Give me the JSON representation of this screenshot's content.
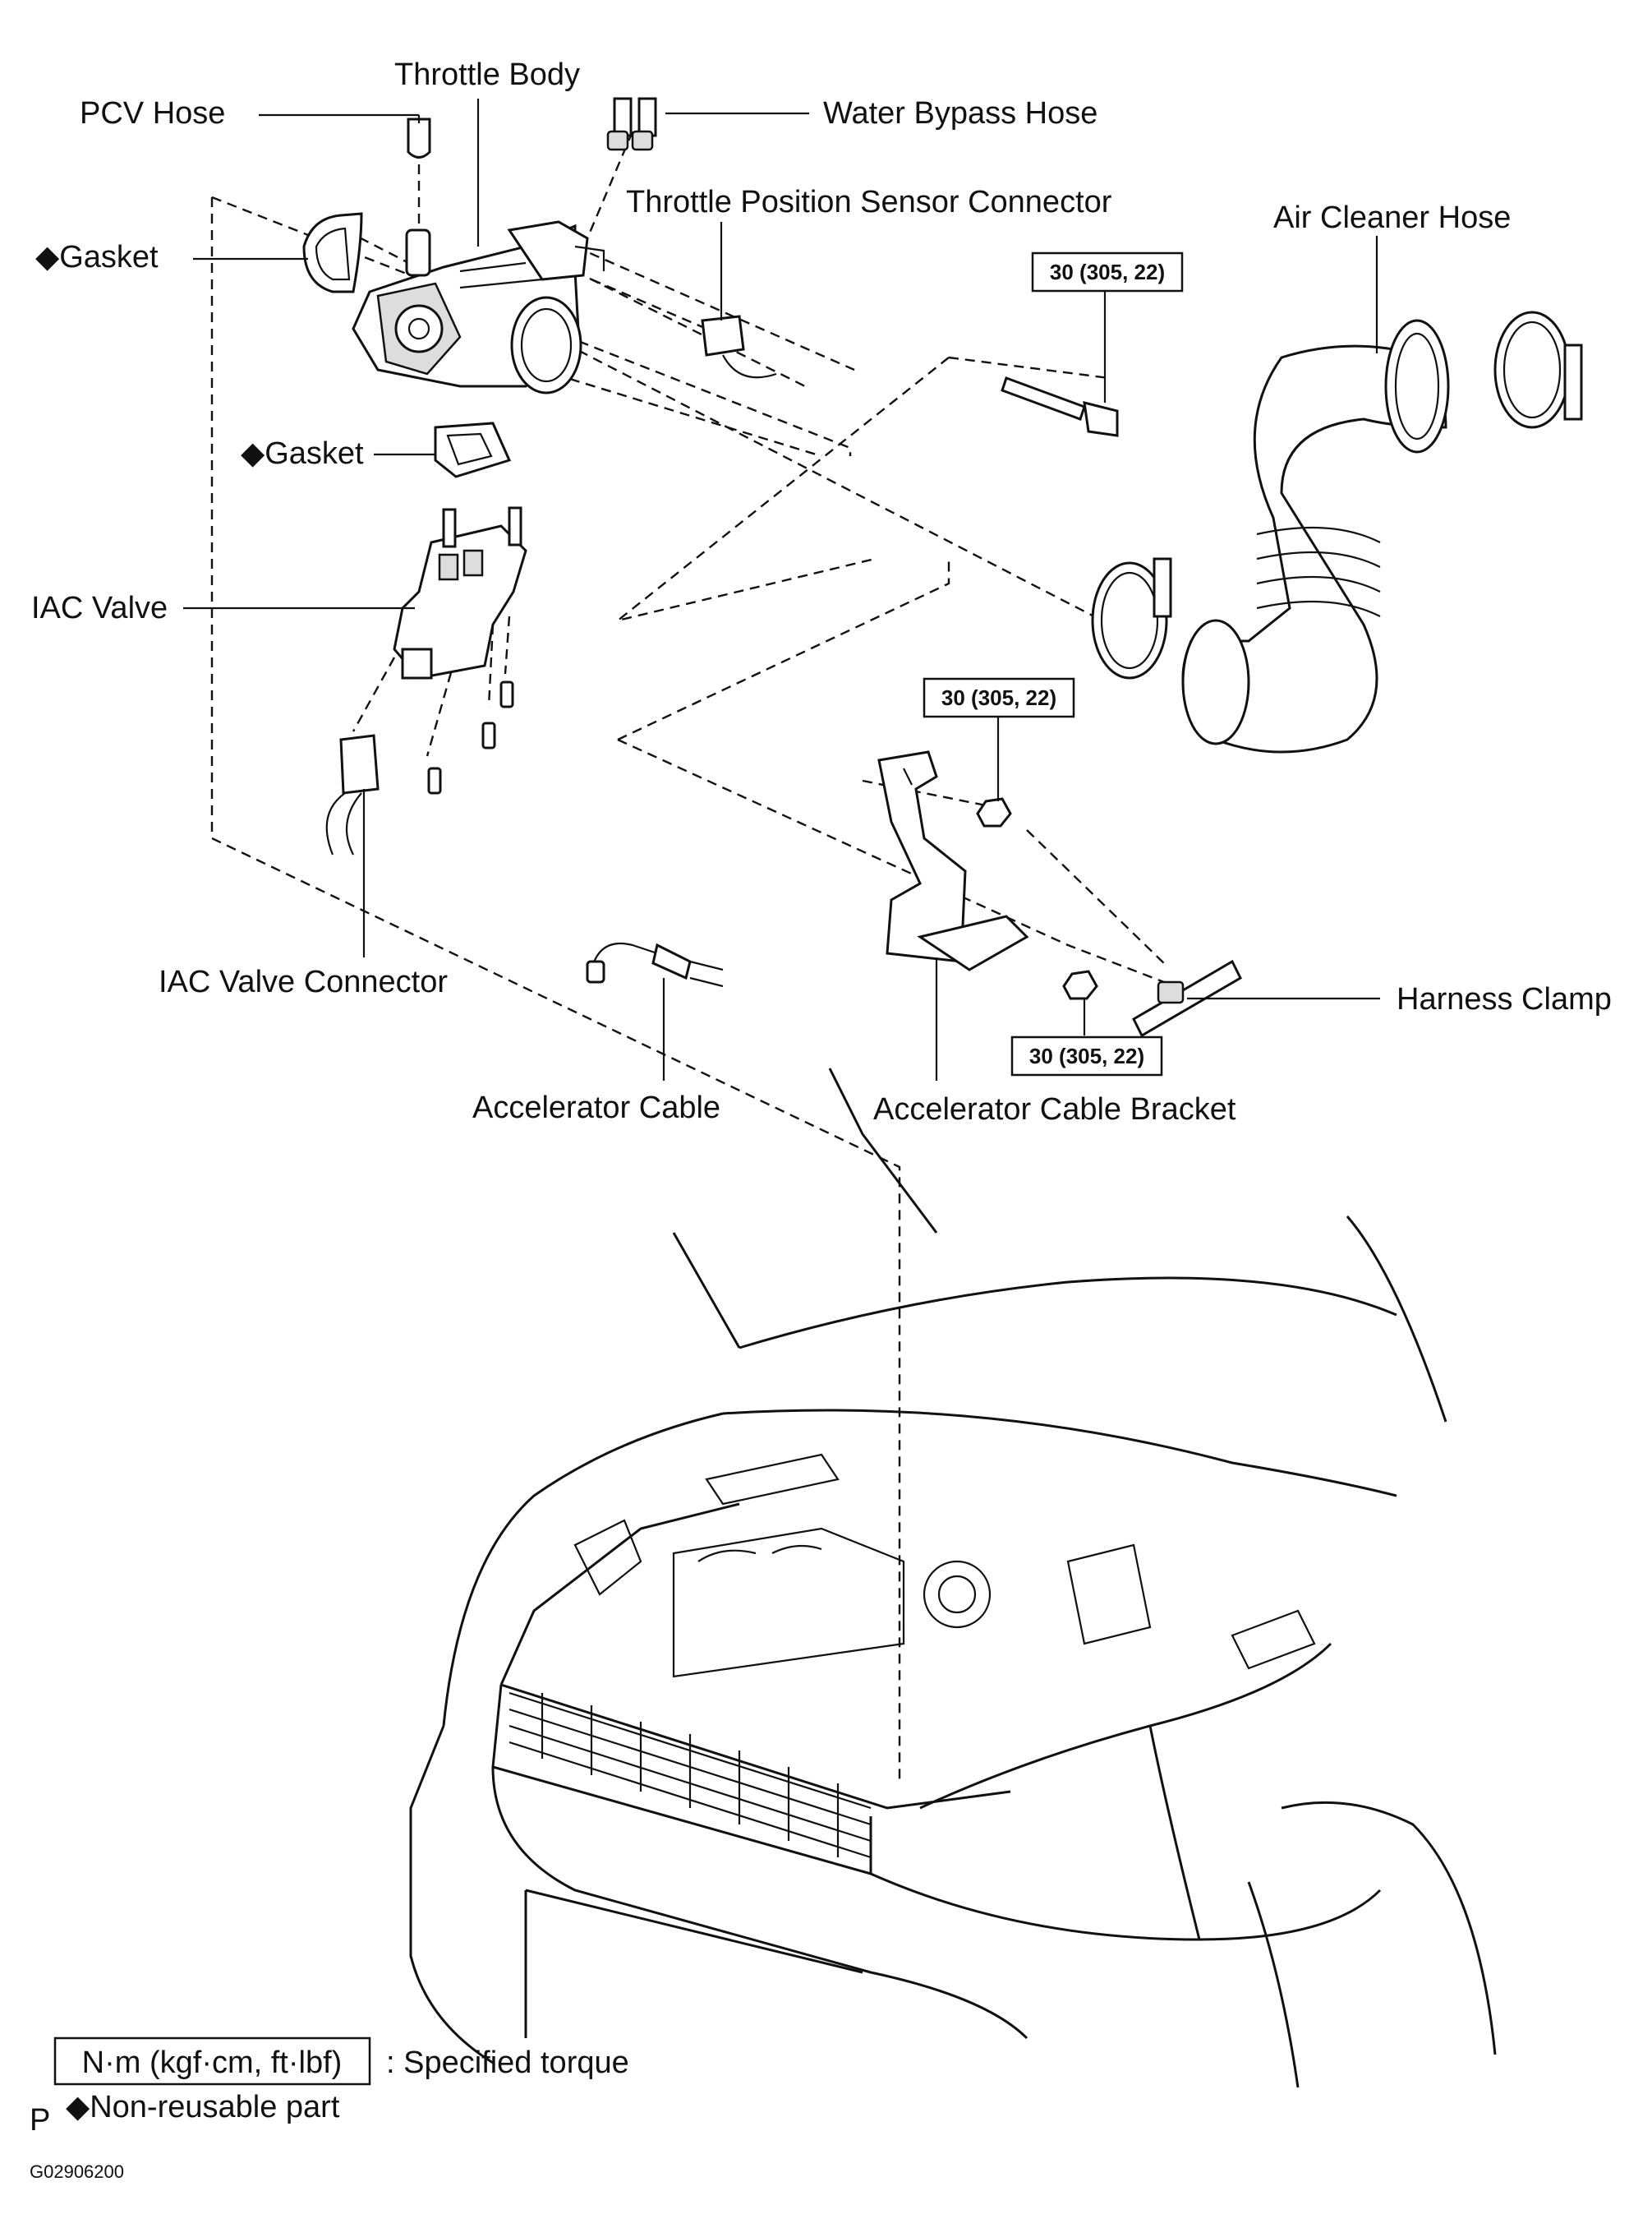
{
  "labels": {
    "throttle_body": "Throttle Body",
    "pcv_hose": "PCV Hose",
    "water_bypass_hose": "Water Bypass Hose",
    "throttle_position_sensor_connector": "Throttle Position Sensor Connector",
    "gasket_upper": "◆Gasket",
    "gasket_lower": "◆Gasket",
    "air_cleaner_hose": "Air Cleaner Hose",
    "iac_valve": "IAC Valve",
    "iac_valve_connector": "IAC Valve Connector",
    "accelerator_cable": "Accelerator Cable",
    "accelerator_cable_bracket": "Accelerator Cable Bracket",
    "harness_clamp": "Harness Clamp"
  },
  "torque_specs": {
    "bolt_upper": "30 (305, 22)",
    "bracket_nut": "30 (305, 22)",
    "bracket_lower": "30 (305, 22)"
  },
  "legend": {
    "torque_unit": "N·m (kgf·cm, ft·lbf)",
    "torque_desc": ": Specified torque",
    "non_reusable": "◆Non-reusable  part"
  },
  "footer": {
    "marker": "P",
    "figure_code": "G02906200"
  }
}
